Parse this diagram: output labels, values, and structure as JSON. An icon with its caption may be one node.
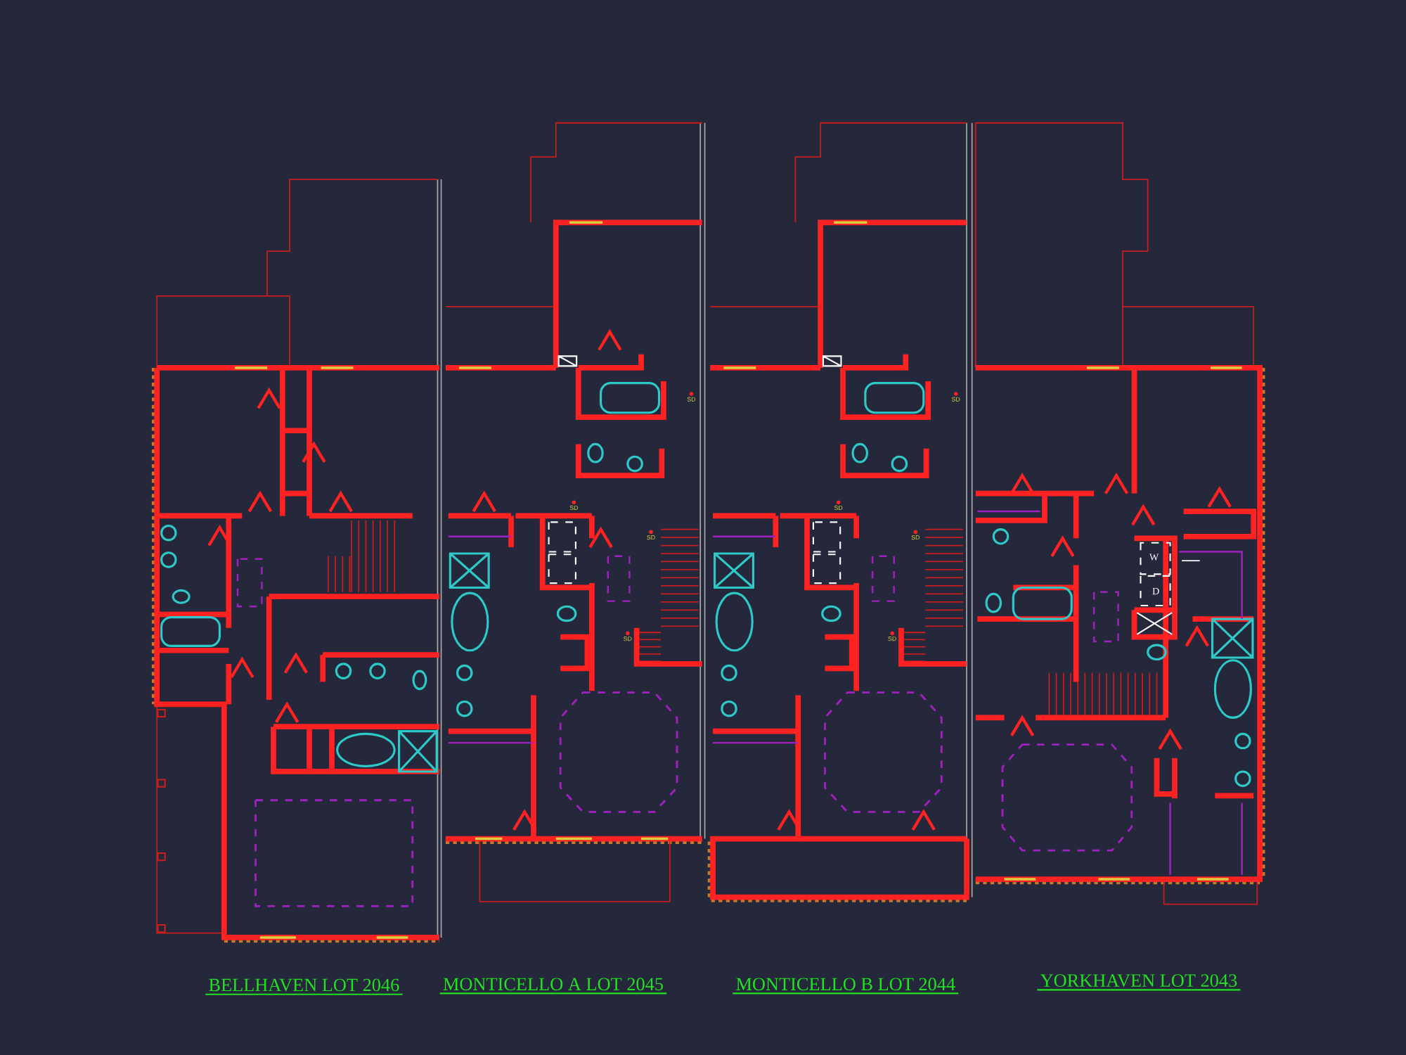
{
  "diagram": {
    "labels": [
      "BELLHAVEN LOT 2046",
      "MONTICELLO A LOT 2045",
      "MONTICELLO B LOT 2044",
      "YORKHAVEN LOT 2043",
      "W",
      "D",
      "SD",
      "SD",
      "SD",
      "SD",
      "SD",
      "SD",
      "SD",
      "SD"
    ]
  }
}
